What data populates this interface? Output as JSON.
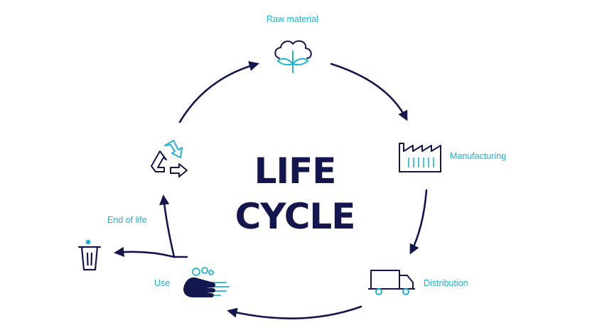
{
  "title": {
    "line1": "LIFE",
    "line2": "CYCLE"
  },
  "stages": {
    "raw_material": {
      "label": "Raw material",
      "icon": "cotton-plant-icon"
    },
    "manufacturing": {
      "label": "Manufacturing",
      "icon": "factory-icon"
    },
    "distribution": {
      "label": "Distribution",
      "icon": "truck-icon"
    },
    "use": {
      "label": "Use",
      "icon": "hand-wash-icon"
    },
    "end_of_life": {
      "label": "End of life",
      "icon": "trash-bin-icon"
    },
    "recycle": {
      "icon": "recycle-icon"
    }
  },
  "colors": {
    "navy": "#14164e",
    "cyan": "#1fb3d1"
  }
}
